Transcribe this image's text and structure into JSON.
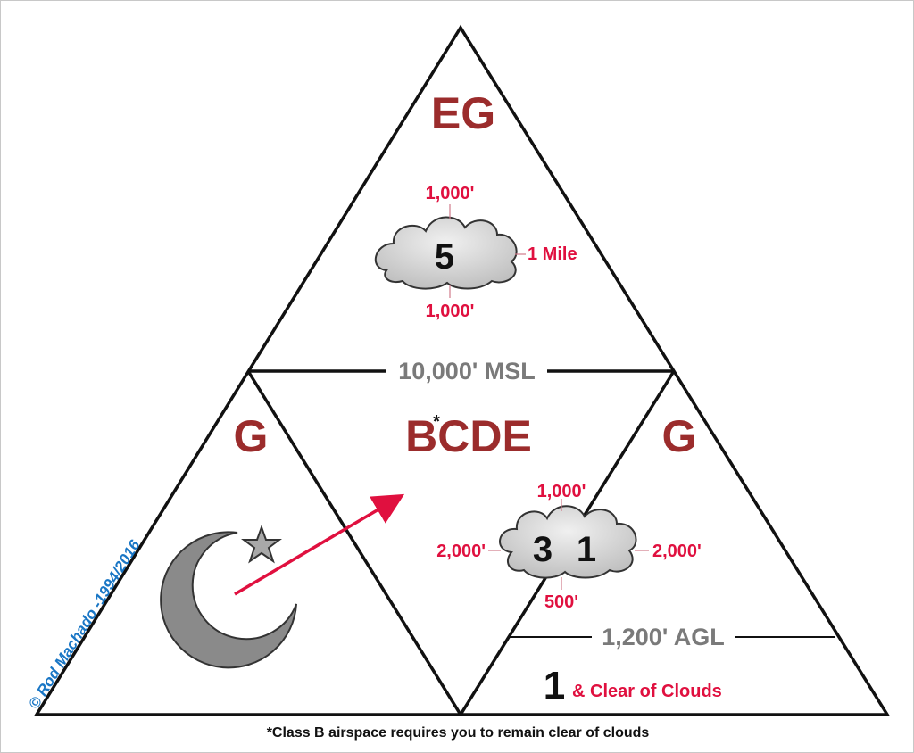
{
  "diagram": {
    "top_zone": "EG",
    "left_zone": "G",
    "center_zone": "BCDE",
    "center_asterisk": "*",
    "right_zone": "G",
    "upper_cloud": {
      "visibility": "5",
      "above": "1,000'",
      "below": "1,000'",
      "horizontal": "1 Mile"
    },
    "altitude_msl": "10,000' MSL",
    "lower_cloud": {
      "visibility_left": "3",
      "visibility_right": "1",
      "above": "1,000'",
      "below": "500'",
      "left": "2,000'",
      "right": "2,000'"
    },
    "altitude_agl": "1,200' AGL",
    "day_visibility": "1",
    "day_note": "& Clear of Clouds",
    "copyright": "© Rod Machado -1994/2016",
    "footnote": "*Class B airspace requires you to remain clear of clouds",
    "colors": {
      "zone_label": "#9b2c2c",
      "cloud_clearance": "#e0103f",
      "altitude": "#7a7a7a",
      "copyright": "#1976c5",
      "arrow": "#e0103f",
      "cloud_fill": "#d4d4d4",
      "night_symbol": "#8a8a8a"
    },
    "icons": [
      "cloud-icon",
      "crescent-moon-icon",
      "star-icon",
      "arrow-icon"
    ]
  }
}
